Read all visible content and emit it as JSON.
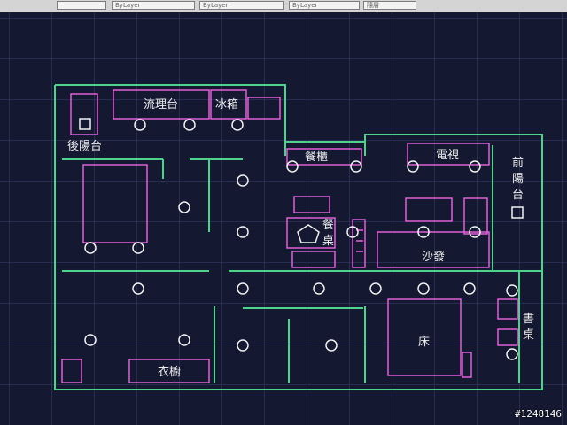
{
  "toolbar": {
    "fields": [
      "",
      "ByLayer",
      "ByLayer",
      "ByLayer",
      "隨層"
    ]
  },
  "rooms": {
    "kitchen_counter": "流理台",
    "fridge": "冰箱",
    "back_balcony": "後陽台",
    "cabinet": "餐櫃",
    "tv": "電視",
    "front_balcony_line1": "前",
    "front_balcony_line2": "陽",
    "front_balcony_line3": "台",
    "dining_table_line1": "餐",
    "dining_table_line2": "桌",
    "sofa": "沙發",
    "bed": "床",
    "wardrobe": "衣櫥",
    "desk_line1": "書",
    "desk_line2": "桌"
  },
  "watermark": "#1248146",
  "colors": {
    "background": "#141830",
    "grid": "#3a4070",
    "wall": "#4fd38c",
    "furniture": "#e060d8",
    "fixture": "#f2f2f2"
  }
}
